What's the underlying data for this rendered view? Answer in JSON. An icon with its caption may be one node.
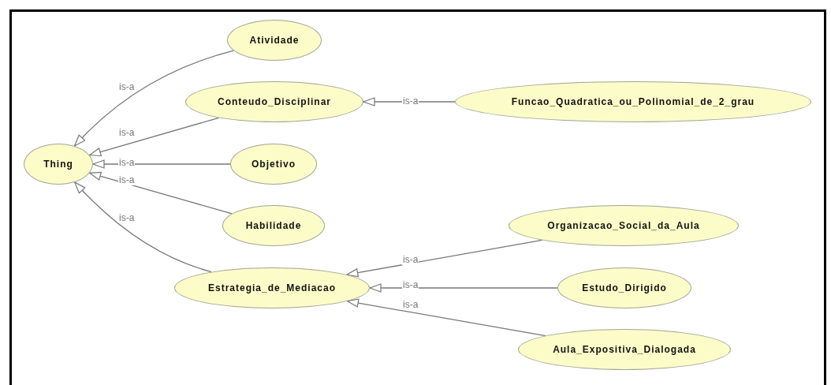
{
  "diagram": {
    "nodes": [
      {
        "text": [
          "Thing"
        ]
      },
      {
        "text": [
          "Atividade"
        ]
      },
      {
        "text": [
          "Conteudo_Disciplinar"
        ]
      },
      {
        "text": [
          "Funcao_Quadratica_ou_Polinomial_de_2_grau"
        ]
      },
      {
        "text": [
          "Objetivo"
        ]
      },
      {
        "text": [
          "Habilidade"
        ]
      },
      {
        "text": [
          "Estrategia_de_Mediacao"
        ]
      },
      {
        "text": [
          "Organizacao_Social_da_Aula"
        ]
      },
      {
        "text": [
          "Estudo_Dirigido"
        ]
      },
      {
        "text": [
          "Aula_Expositiva_Dialogada"
        ]
      }
    ],
    "edges": [
      {
        "from": 1,
        "to": 0,
        "arrow": "to",
        "label": "is-a"
      },
      {
        "from": 2,
        "to": 0,
        "arrow": "to",
        "label": "is-a"
      },
      {
        "from": 3,
        "to": 2,
        "arrow": "to",
        "label": "is-a"
      },
      {
        "from": 4,
        "to": 0,
        "arrow": "to",
        "label": "is-a"
      },
      {
        "from": 5,
        "to": 0,
        "arrow": "to",
        "label": "is-a"
      },
      {
        "from": 6,
        "to": 0,
        "arrow": "to",
        "label": "is-a"
      },
      {
        "from": 7,
        "to": 6,
        "arrow": "to",
        "label": "is-a"
      },
      {
        "from": 8,
        "to": 6,
        "arrow": "to",
        "label": "is-a"
      },
      {
        "from": 9,
        "to": 6,
        "arrow": "to",
        "label": "is-a"
      }
    ]
  }
}
